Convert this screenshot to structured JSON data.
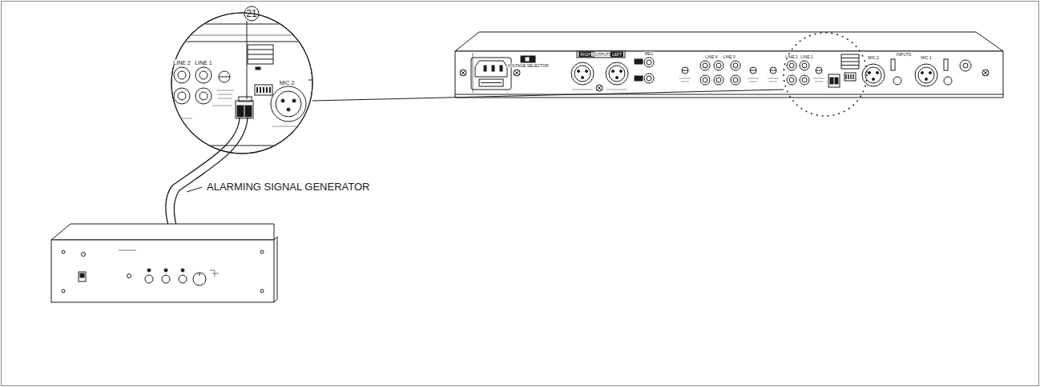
{
  "diagram": {
    "labels": [
      "21",
      "VOLTAGE SELECTOR",
      "RIGHT",
      "OUTPUTS",
      "LEFT",
      "REC",
      "LINE 4",
      "LINE 3",
      "LINE 2",
      "LINE 1",
      "MIC 2",
      "INPUTS",
      "MIC 1",
      "LINE 2",
      "LINE 1",
      "MIC 2",
      "ALARMING SIGNAL GENERATOR"
    ]
  }
}
